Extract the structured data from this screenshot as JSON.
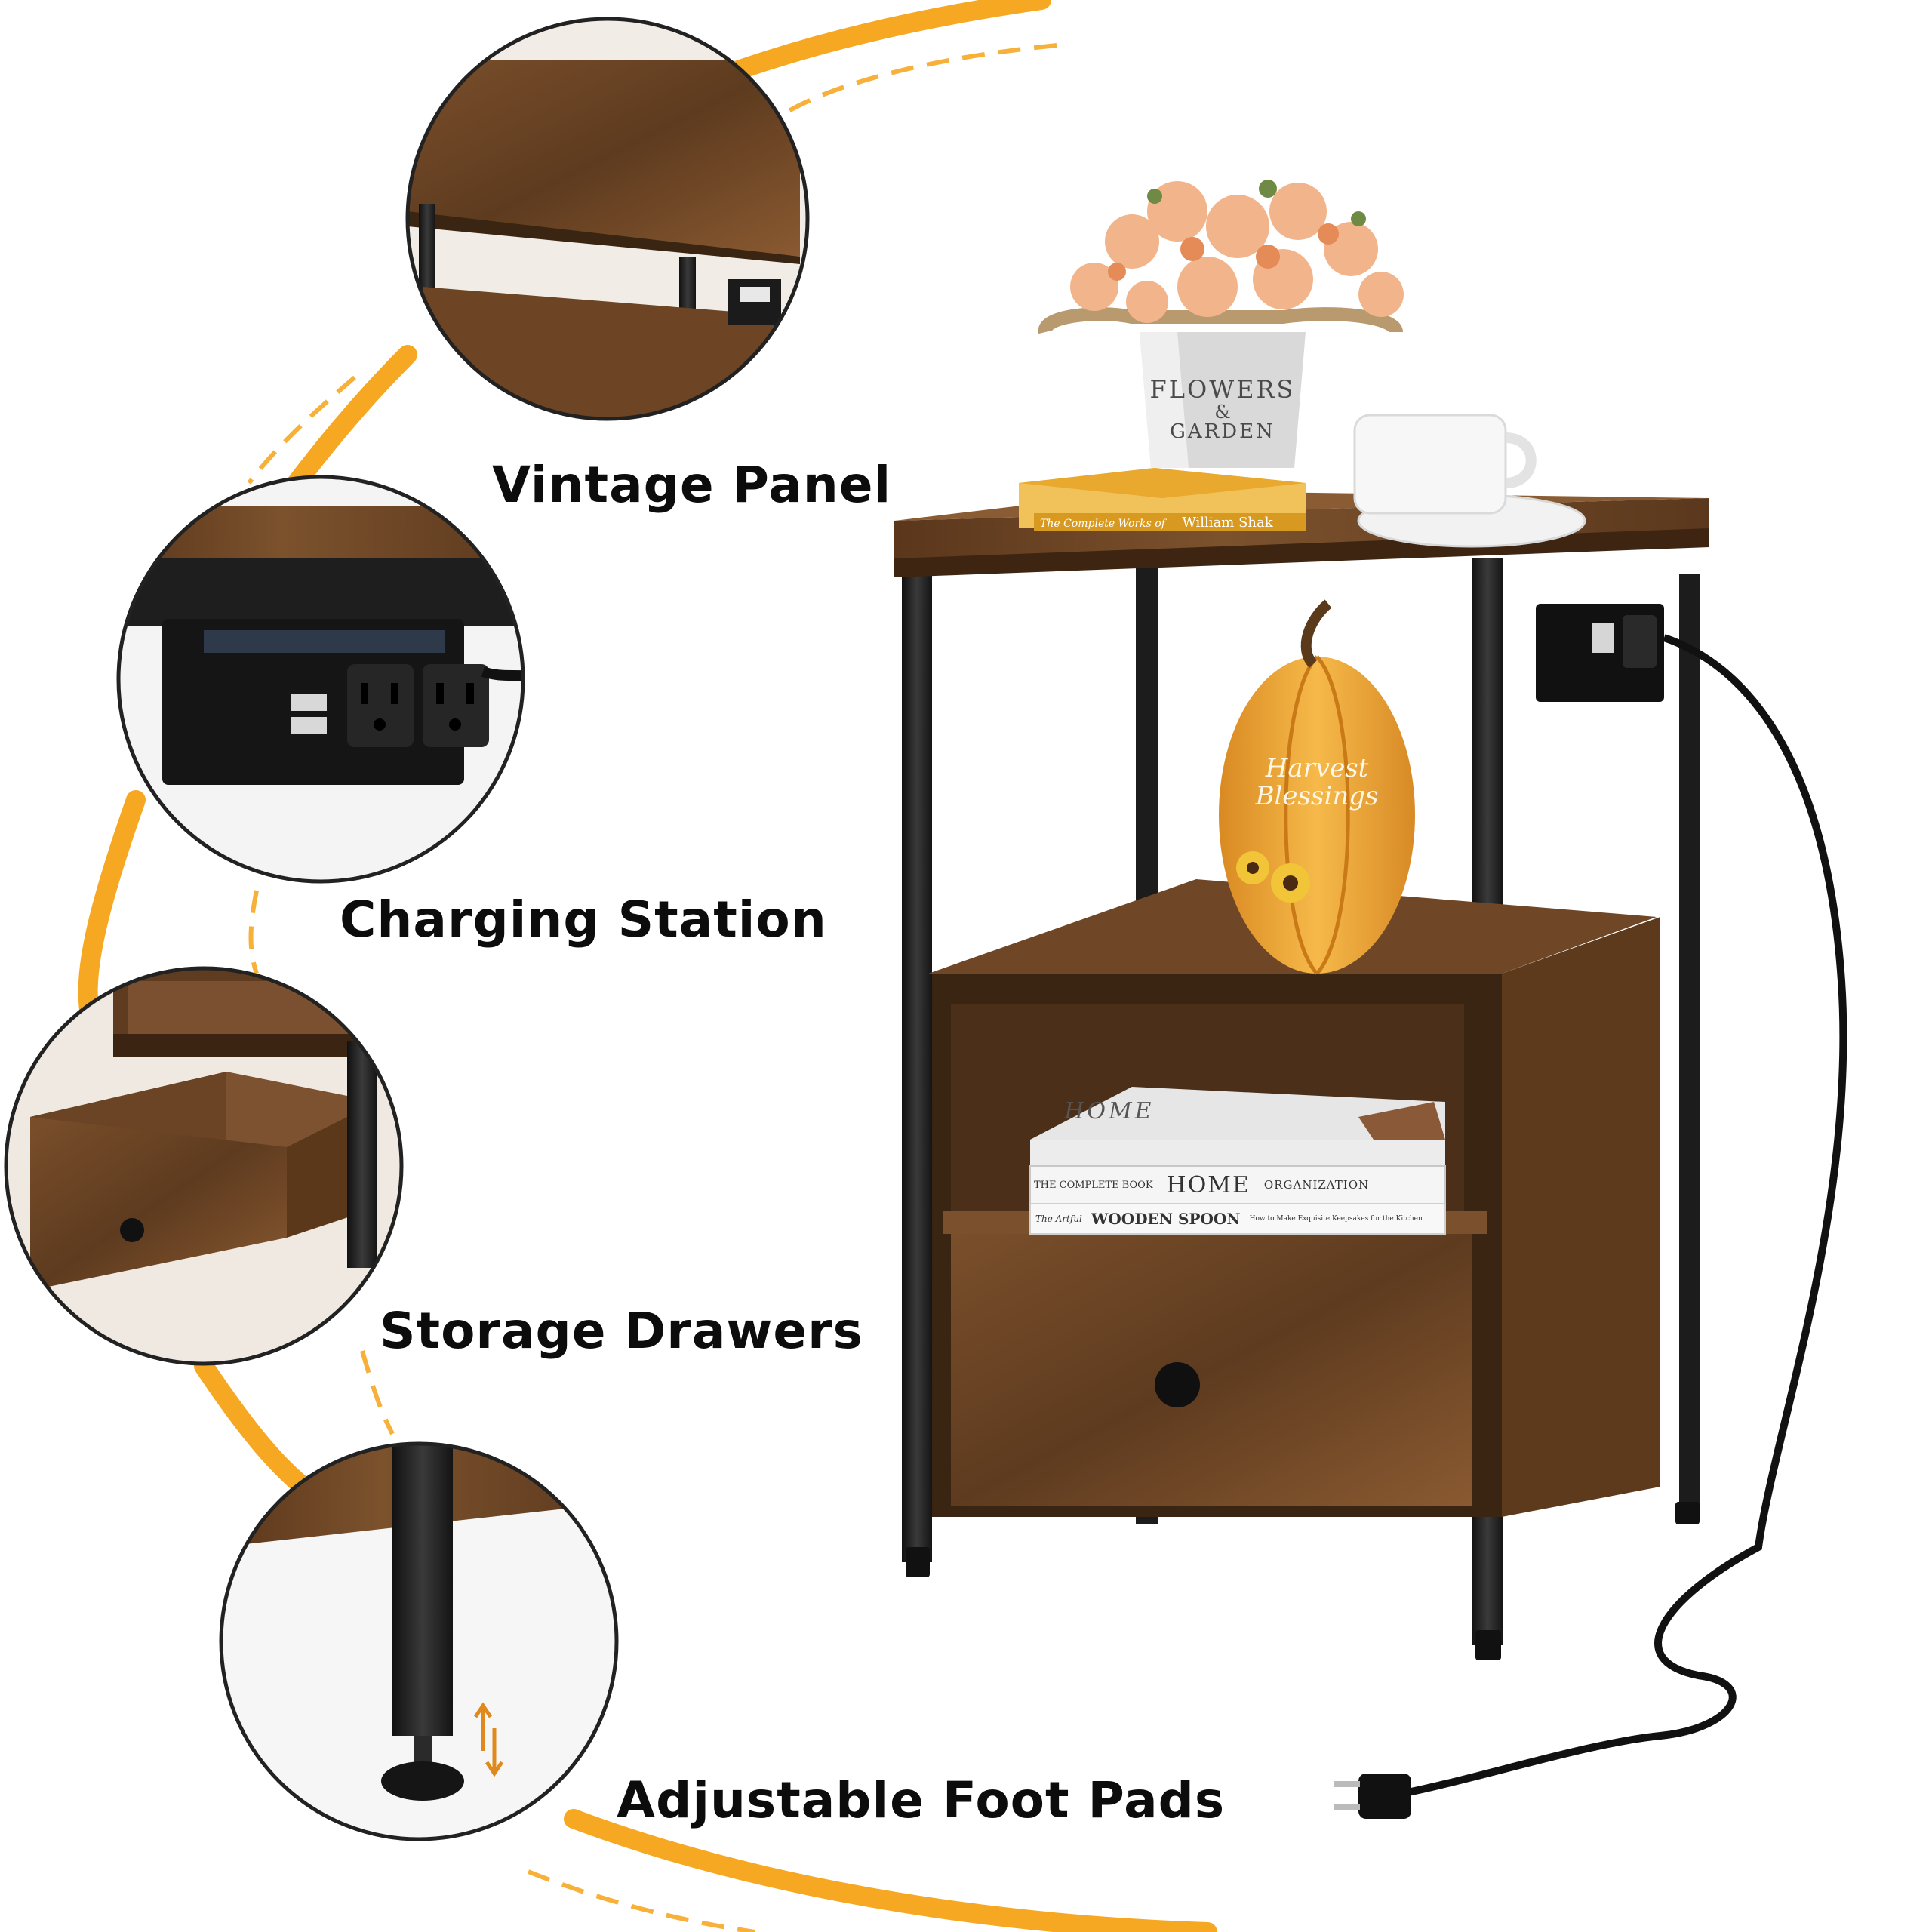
{
  "features": [
    {
      "id": "vintage-panel",
      "label": "Vintage Panel"
    },
    {
      "id": "charging-station",
      "label": "Charging Station"
    },
    {
      "id": "storage-drawers",
      "label": "Storage Drawers"
    },
    {
      "id": "adjustable-foot-pads",
      "label": "Adjustable Foot Pads"
    }
  ],
  "props": {
    "bucket_line1": "FLOWERS",
    "bucket_line2": "&",
    "bucket_line3": "GARDEN",
    "pumpkin_line1": "Harvest",
    "pumpkin_line2": "Blessings",
    "book_top_series": "The Complete Works of",
    "book_top_author": "William Shak",
    "book1_prefix": "THE COMPLETE BOOK",
    "book1_title": "HOME",
    "book1_suffix": "ORGANIZATION",
    "book1_spine": "HOME",
    "book2_prefix": "The Artful",
    "book2_title": "WOODEN SPOON",
    "book2_sub": "How to Make Exquisite Keepsakes for the Kitchen"
  },
  "colors": {
    "accent_orange": "#f7a823",
    "wood": "#6b4424",
    "wood_dark": "#4a2c16",
    "metal": "#1f1f1f"
  }
}
